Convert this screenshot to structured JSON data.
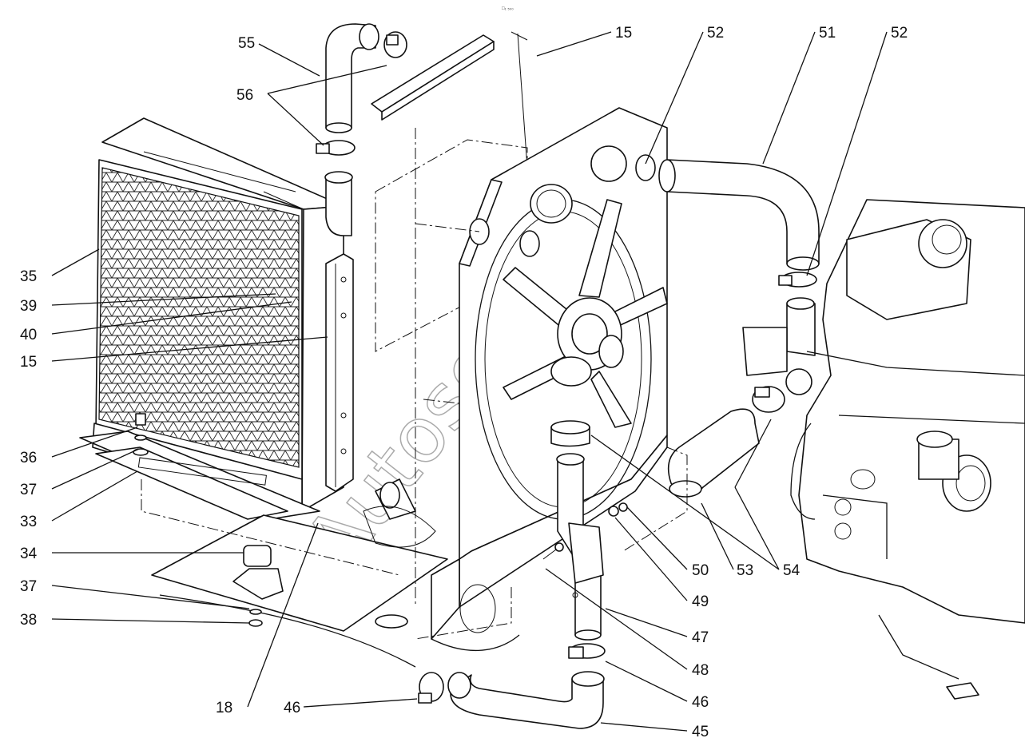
{
  "figure": {
    "watermark": "Autosoft",
    "ref_code": "□₁ ₅₀₀"
  },
  "callouts": [
    {
      "id": "c55a",
      "text": "55"
    },
    {
      "id": "c56",
      "text": "56"
    },
    {
      "id": "c15a",
      "text": "15"
    },
    {
      "id": "c52a",
      "text": "52"
    },
    {
      "id": "c51",
      "text": "51"
    },
    {
      "id": "c52b",
      "text": "52"
    },
    {
      "id": "c35",
      "text": "35"
    },
    {
      "id": "c39",
      "text": "39"
    },
    {
      "id": "c40",
      "text": "40"
    },
    {
      "id": "c15b",
      "text": "15"
    },
    {
      "id": "c36",
      "text": "36"
    },
    {
      "id": "c37a",
      "text": "37"
    },
    {
      "id": "c33",
      "text": "33"
    },
    {
      "id": "c34",
      "text": "34"
    },
    {
      "id": "c37b",
      "text": "37"
    },
    {
      "id": "c38",
      "text": "38"
    },
    {
      "id": "c18",
      "text": "18"
    },
    {
      "id": "c46a",
      "text": "46"
    },
    {
      "id": "c50",
      "text": "50"
    },
    {
      "id": "c53",
      "text": "53"
    },
    {
      "id": "c54",
      "text": "54"
    },
    {
      "id": "c49",
      "text": "49"
    },
    {
      "id": "c47",
      "text": "47"
    },
    {
      "id": "c48",
      "text": "48"
    },
    {
      "id": "c46b",
      "text": "46"
    },
    {
      "id": "c45",
      "text": "45"
    }
  ]
}
